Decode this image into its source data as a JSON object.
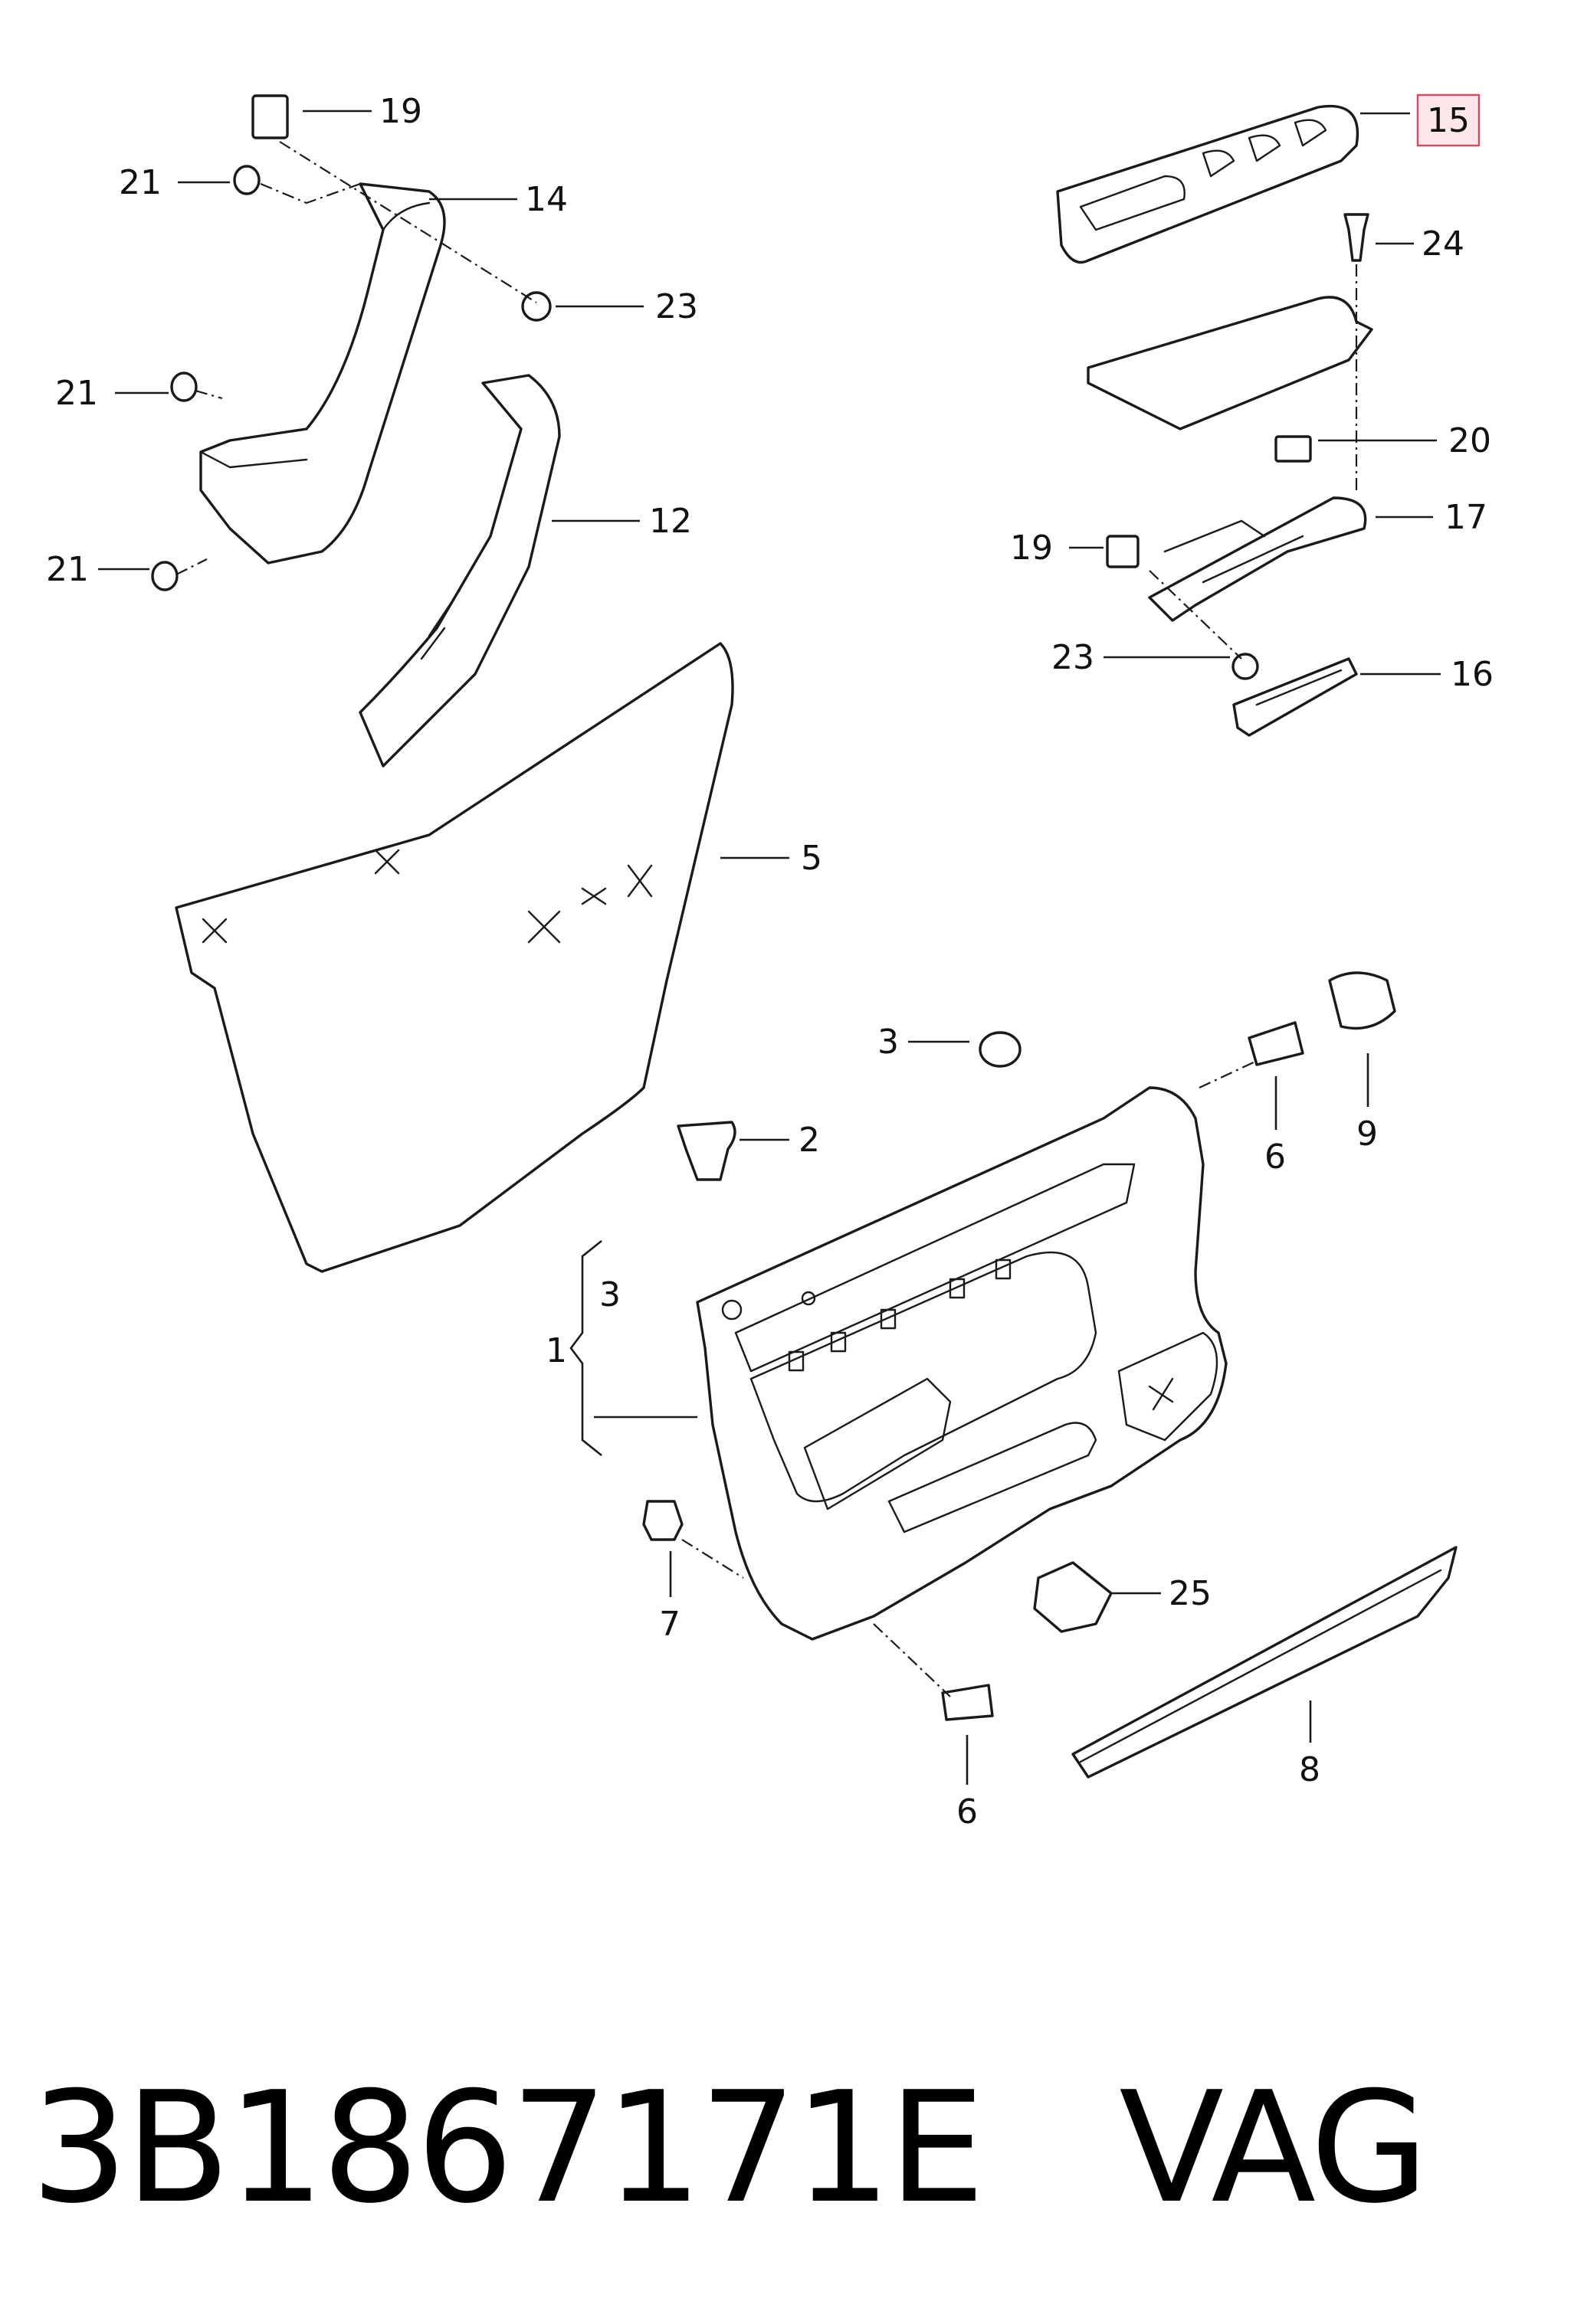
{
  "callouts": {
    "c19a": "19",
    "c21a": "21",
    "c14": "14",
    "c23a": "23",
    "c21b": "21",
    "c12": "12",
    "c21c": "21",
    "c5": "5",
    "c15": "15",
    "c24": "24",
    "c20": "20",
    "c19b": "19",
    "c17": "17",
    "c23b": "23",
    "c16": "16",
    "c3a": "3",
    "c2": "2",
    "c6a": "6",
    "c9": "9",
    "c3b": "3",
    "c1": "1",
    "c7": "7",
    "c25": "25",
    "c6b": "6",
    "c8": "8"
  },
  "highlighted_callout": "15",
  "caption": {
    "part_number": "3B1867171E",
    "brand": "VAG"
  },
  "colors": {
    "line": "#1a1a1a",
    "highlight_fill": "#fde7ea",
    "highlight_border": "#d9495d"
  }
}
